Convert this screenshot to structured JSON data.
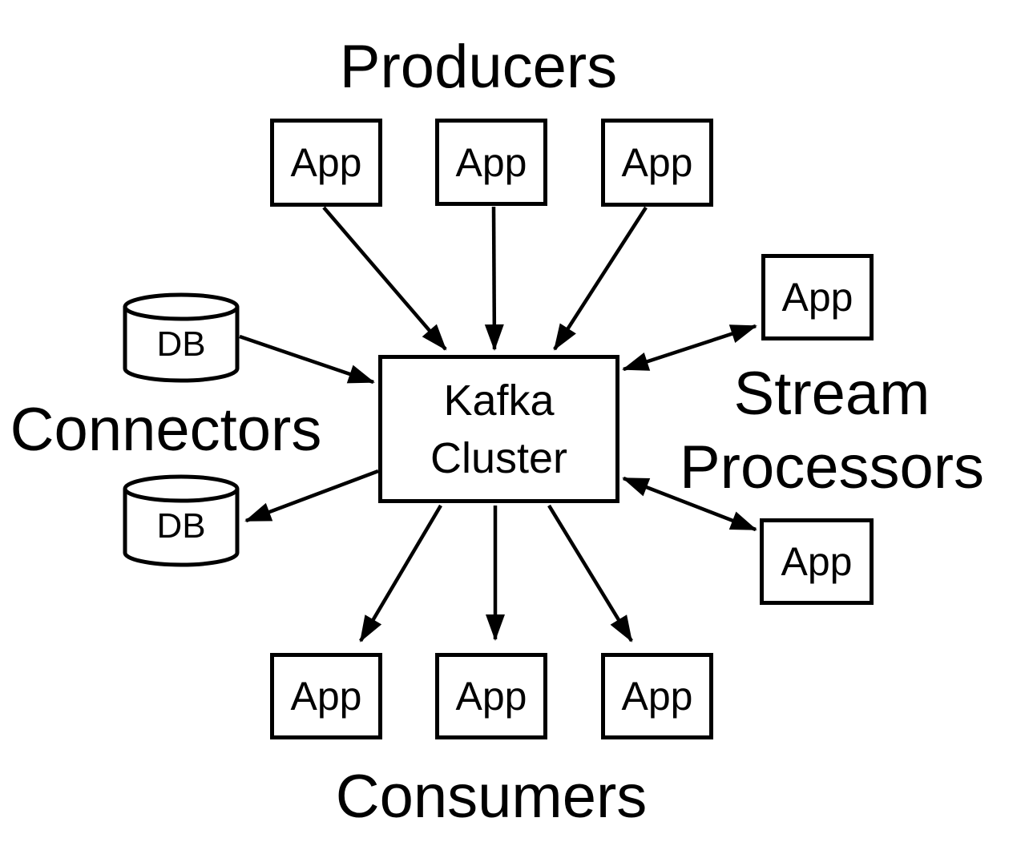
{
  "diagram": {
    "type": "architecture",
    "colors": {
      "ink": "#000000",
      "background": "#ffffff"
    },
    "cluster": {
      "label": "Kafka\nCluster"
    },
    "groups": {
      "producers": {
        "label": "Producers",
        "apps": [
          "App",
          "App",
          "App"
        ]
      },
      "connectors": {
        "label": "Connectors",
        "databases": [
          "DB",
          "DB"
        ]
      },
      "stream_processors": {
        "label": "Stream\nProcessors",
        "apps": [
          "App",
          "App"
        ]
      },
      "consumers": {
        "label": "Consumers",
        "apps": [
          "App",
          "App",
          "App"
        ]
      }
    },
    "edges": [
      {
        "from": "producer-app-1",
        "to": "kafka-cluster",
        "bidirectional": false
      },
      {
        "from": "producer-app-2",
        "to": "kafka-cluster",
        "bidirectional": false
      },
      {
        "from": "producer-app-3",
        "to": "kafka-cluster",
        "bidirectional": false
      },
      {
        "from": "source-db",
        "to": "kafka-cluster",
        "bidirectional": false
      },
      {
        "from": "kafka-cluster",
        "to": "sink-db",
        "bidirectional": false
      },
      {
        "from": "kafka-cluster",
        "to": "stream-app-1",
        "bidirectional": true
      },
      {
        "from": "kafka-cluster",
        "to": "stream-app-2",
        "bidirectional": true
      },
      {
        "from": "kafka-cluster",
        "to": "consumer-app-1",
        "bidirectional": false
      },
      {
        "from": "kafka-cluster",
        "to": "consumer-app-2",
        "bidirectional": false
      },
      {
        "from": "kafka-cluster",
        "to": "consumer-app-3",
        "bidirectional": false
      }
    ]
  }
}
